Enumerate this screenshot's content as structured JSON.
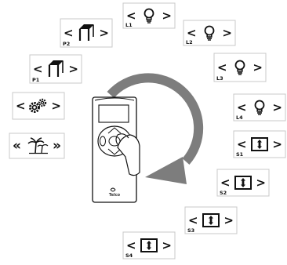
{
  "menu_items": [
    {
      "label": "L1",
      "icon": "bulb-icon"
    },
    {
      "label": "L2",
      "icon": "bulb-icon"
    },
    {
      "label": "L3",
      "icon": "bulb-icon"
    },
    {
      "label": "L4",
      "icon": "bulb-icon"
    },
    {
      "label": "S1",
      "icon": "blind-icon"
    },
    {
      "label": "S2",
      "icon": "blind-icon"
    },
    {
      "label": "S3",
      "icon": "blind-icon"
    },
    {
      "label": "S4",
      "icon": "blind-icon"
    },
    {
      "label": "",
      "icon": "holiday-palm-icon"
    },
    {
      "label": "",
      "icon": "settings-gears-icon"
    },
    {
      "label": "P1",
      "icon": "pergola-icon"
    },
    {
      "label": "P2",
      "icon": "pergola-icon"
    }
  ],
  "arrows": {
    "left": "<",
    "right": ">",
    "double_left": "«",
    "double_right": "»"
  },
  "remote": {
    "brand": "Telco"
  },
  "colors": {
    "arrow_gray": "#7d7d7d",
    "border_gray": "#c8c8c8",
    "ink": "#111111"
  }
}
